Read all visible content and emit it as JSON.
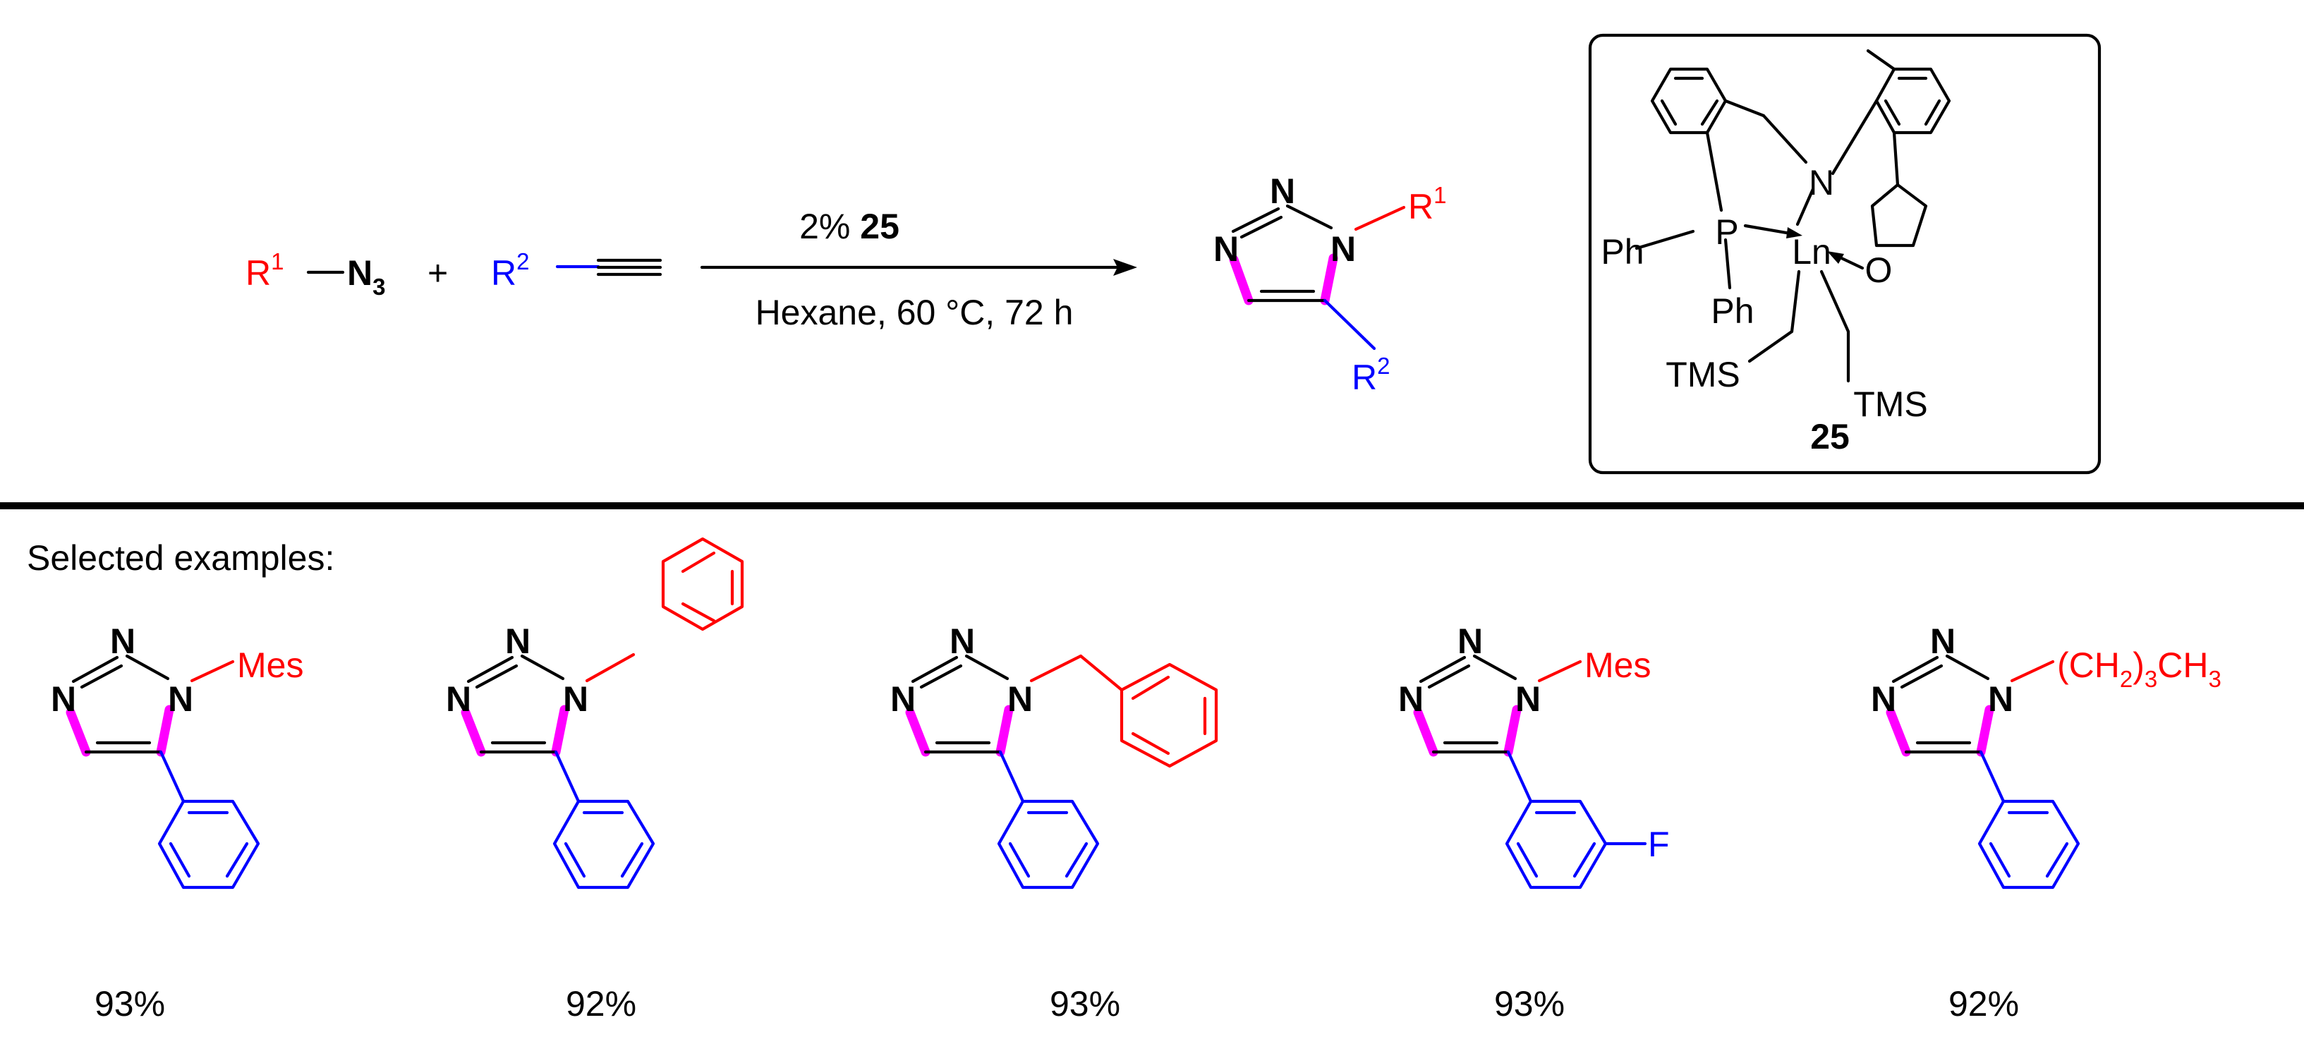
{
  "reaction": {
    "reactant_azide": {
      "r": "R",
      "r_sup": "1",
      "n": "N",
      "n_sub": "3"
    },
    "plus": "+",
    "reactant_alkyne": {
      "r": "R",
      "r_sup": "2"
    },
    "conditions_above_pre": "2% ",
    "conditions_above_bold": "25",
    "conditions_below": "Hexane, 60 °C, 72 h",
    "product": {
      "n": "N",
      "r1": "R",
      "r1_sup": "1",
      "r2": "R",
      "r2_sup": "2"
    }
  },
  "catalyst": {
    "compound_number": "25",
    "atoms": {
      "p": "P",
      "ph1": "Ph",
      "ph2": "Ph",
      "ln": "Ln",
      "n": "N",
      "o": "O",
      "tms1": "TMS",
      "tms2": "TMS"
    }
  },
  "examples_heading": "Selected examples:",
  "examples": [
    {
      "substituent": "Mes",
      "yield": "93%"
    },
    {
      "substituent": "",
      "yield": "92%"
    },
    {
      "substituent": "",
      "yield": "93%"
    },
    {
      "substituent": "Mes",
      "aryl_label": "F",
      "yield": "93%"
    },
    {
      "substituent_pre": "(CH",
      "sub1": "2",
      "substituent_mid": ")",
      "sub2": "3",
      "substituent_post": "CH",
      "sub3": "3",
      "yield": "92%"
    }
  ],
  "colors": {
    "r1": "#ff0000",
    "r2": "#0000ff",
    "highlight": "#ff00ff",
    "text": "#000000"
  }
}
